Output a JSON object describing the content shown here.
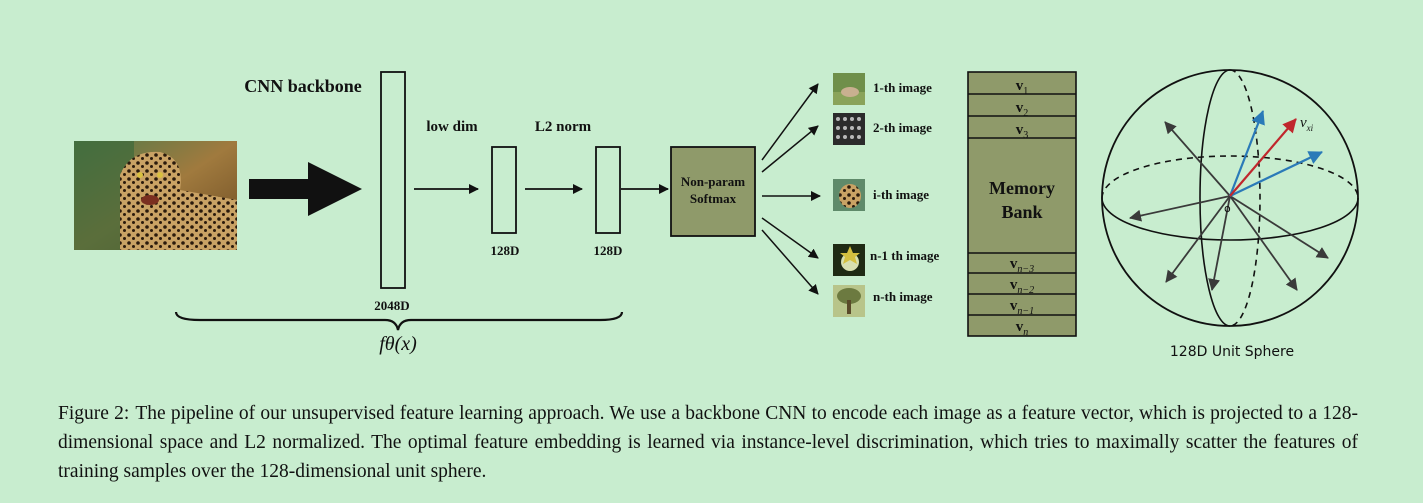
{
  "figure": {
    "label": "Figure 2:",
    "caption": "The pipeline of our unsupervised feature learning approach. We use a backbone CNN to encode each image as a feature vector, which is projected to a 128-dimensional space and L2 normalized. The optimal feature embedding is learned via instance-level discrimination, which tries to maximally scatter the features of training samples over the 128-dimensional unit sphere."
  },
  "pipeline": {
    "backbone_label": "CNN backbone",
    "backbone_dim": "2048D",
    "lowdim_label": "low dim",
    "lowdim_dim": "128D",
    "l2_label": "L2 norm",
    "l2_dim": "128D",
    "function_label": "fθ(x)",
    "softmax_line1": "Non-param",
    "softmax_line2": "Softmax"
  },
  "outputs": [
    {
      "label": "1-th image",
      "thumb": "grass-animal"
    },
    {
      "label": "2-th image",
      "thumb": "keyboard-pattern"
    },
    {
      "label": "i-th image",
      "thumb": "leopard"
    },
    {
      "label": "n-1 th image",
      "thumb": "starfish-flower"
    },
    {
      "label": "n-th image",
      "thumb": "tree"
    }
  ],
  "memory_bank": {
    "title_line1": "Memory",
    "title_line2": "Bank",
    "top_slots": [
      {
        "base": "v",
        "sub": "1"
      },
      {
        "base": "v",
        "sub": "2"
      },
      {
        "base": "v",
        "sub": "3"
      }
    ],
    "bottom_slots": [
      {
        "base": "v",
        "sub": "n−3"
      },
      {
        "base": "v",
        "sub": "n−2"
      },
      {
        "base": "v",
        "sub": "n−1"
      },
      {
        "base": "v",
        "sub": "n"
      }
    ]
  },
  "sphere": {
    "label": "128D Unit Sphere",
    "origin_label": "o",
    "vector_label_base": "v",
    "vector_label_sub": "xi"
  },
  "colors": {
    "background": "#c8edcf",
    "box_fill": "#8f9a6a",
    "highlight_vector": "#c0272d",
    "neighbor_vector": "#2a7ab8"
  }
}
